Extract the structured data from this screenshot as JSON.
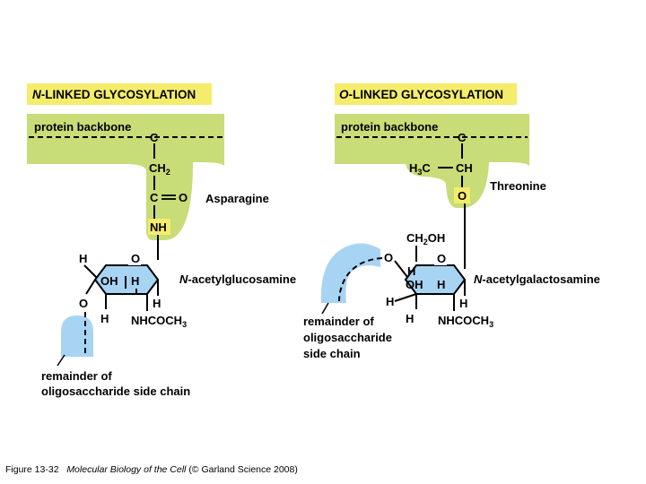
{
  "colors": {
    "title_bg": "#f5ec6c",
    "protein_green": "#c8dc78",
    "sugar_blue": "#a8d4f4",
    "oxygen_highlight": "#f5ec6c",
    "ink": "#000000"
  },
  "left": {
    "title_prefix": "N",
    "title_rest": "-LINKED GLYCOSYLATION",
    "backbone_label": "protein backbone",
    "backbone_c": "C",
    "ch2": "CH",
    "ch2_sub": "2",
    "carbonyl_c": "C",
    "carbonyl_eq": "═",
    "carbonyl_o": "O",
    "residue": "Asparagine",
    "nh": "NH",
    "sugar_name_prefix": "N",
    "sugar_name_rest": "-acetylglucosamine",
    "ring_o": "O",
    "ring_h_top": "H",
    "ring_oh": "OH",
    "ring_h_mid": "H",
    "ring_o_left": "O",
    "ring_h_bot": "H",
    "ring_h_right": "H",
    "nhcoch": "NHCOCH",
    "nhcoch_sub": "3",
    "remainder_line1": "remainder of",
    "remainder_line2": "oligosaccharide side chain"
  },
  "right": {
    "title_prefix": "O",
    "title_rest": "-LINKED GLYCOSYLATION",
    "backbone_label": "protein backbone",
    "backbone_c": "C",
    "h3c": "H",
    "h3c_sub": "3",
    "h3c_c": "C",
    "ch": "CH",
    "o_link": "O",
    "residue": "Threonine",
    "ch2oh": "CH",
    "ch2oh_sub": "2",
    "ch2oh_oh": "OH",
    "sugar_name_prefix": "N",
    "sugar_name_rest": "-acetylgalactosamine",
    "ring_o": "O",
    "ring_o_left": "O",
    "ring_h_a": "H",
    "ring_oh": "OH",
    "ring_h_b": "H",
    "ring_h_left": "H",
    "ring_h_bot": "H",
    "ring_h_right": "H",
    "nhcoch": "NHCOCH",
    "nhcoch_sub": "3",
    "remainder_line1": "remainder of",
    "remainder_line2": "oligosaccharide",
    "remainder_line3": "side chain"
  },
  "caption": {
    "figure": "Figure 13-32",
    "book": "Molecular Biology of the Cell",
    "rights": "(© Garland Science 2008)"
  }
}
